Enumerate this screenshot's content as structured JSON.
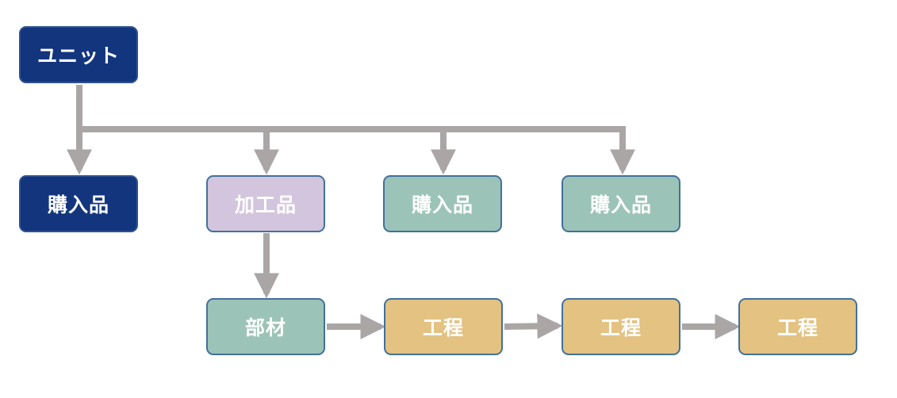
{
  "colors": {
    "dark": "#13357e",
    "purple": "#d3c5dd",
    "teal": "#9cc3b7",
    "gold": "#e3c282",
    "connector": "#aaa6a6",
    "border": "#41719c"
  },
  "nodes": {
    "unit": "ユニット",
    "purchased_1": "購入品",
    "processed": "加工品",
    "purchased_2": "購入品",
    "purchased_3": "購入品",
    "material": "部材",
    "process_1": "工程",
    "process_2": "工程",
    "process_3": "工程"
  }
}
